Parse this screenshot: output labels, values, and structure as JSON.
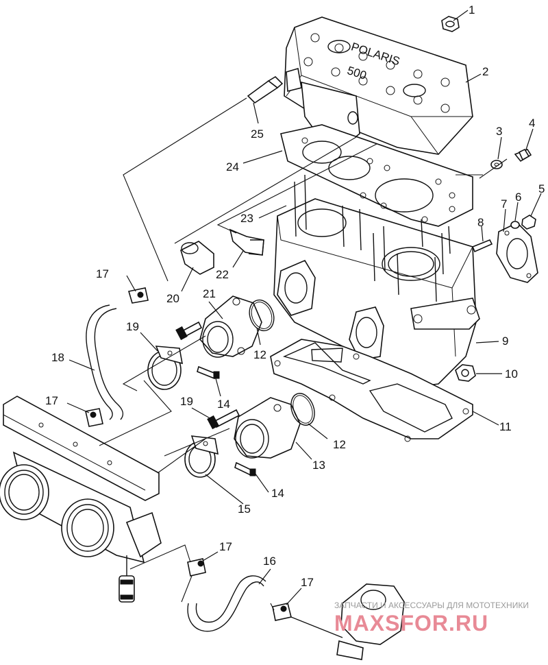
{
  "diagram": {
    "callouts": [
      {
        "id": "c1",
        "label": "1"
      },
      {
        "id": "c2",
        "label": "2"
      },
      {
        "id": "c3",
        "label": "3"
      },
      {
        "id": "c4",
        "label": "4"
      },
      {
        "id": "c5",
        "label": "5"
      },
      {
        "id": "c6",
        "label": "6"
      },
      {
        "id": "c7",
        "label": "7"
      },
      {
        "id": "c8",
        "label": "8"
      },
      {
        "id": "c9",
        "label": "9"
      },
      {
        "id": "c10",
        "label": "10"
      },
      {
        "id": "c11",
        "label": "11"
      },
      {
        "id": "c12a",
        "label": "12"
      },
      {
        "id": "c12b",
        "label": "12"
      },
      {
        "id": "c13",
        "label": "13"
      },
      {
        "id": "c14a",
        "label": "14"
      },
      {
        "id": "c14b",
        "label": "14"
      },
      {
        "id": "c15",
        "label": "15"
      },
      {
        "id": "c16",
        "label": "16"
      },
      {
        "id": "c17a",
        "label": "17"
      },
      {
        "id": "c17b",
        "label": "17"
      },
      {
        "id": "c17c",
        "label": "17"
      },
      {
        "id": "c17d",
        "label": "17"
      },
      {
        "id": "c18",
        "label": "18"
      },
      {
        "id": "c19a",
        "label": "19"
      },
      {
        "id": "c19b",
        "label": "19"
      },
      {
        "id": "c20",
        "label": "20"
      },
      {
        "id": "c21",
        "label": "21"
      },
      {
        "id": "c22",
        "label": "22"
      },
      {
        "id": "c23",
        "label": "23"
      },
      {
        "id": "c24",
        "label": "24"
      },
      {
        "id": "c25",
        "label": "25"
      }
    ],
    "head_cast_text": "POLARIS",
    "head_cast_number": "500"
  },
  "watermark": {
    "line1": "ЗАПЧАСТИ И АКСЕССУАРЫ ДЛЯ МОТОТЕХНИКИ",
    "line2": "MAXSFOR.RU"
  }
}
